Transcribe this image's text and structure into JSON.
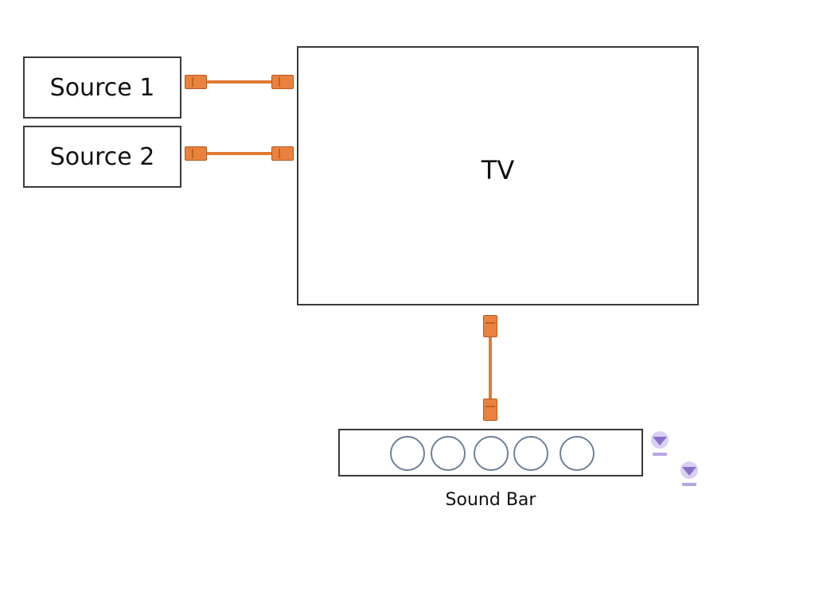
{
  "diagram": {
    "sources": [
      {
        "label": "Source 1"
      },
      {
        "label": "Source 2"
      }
    ],
    "tv": {
      "label": "TV"
    },
    "soundbar": {
      "label": "Sound Bar",
      "speaker_count": 5
    },
    "connections": [
      {
        "from": "Source 1",
        "to": "TV"
      },
      {
        "from": "Source 2",
        "to": "TV"
      },
      {
        "from": "TV",
        "to": "Sound Bar"
      }
    ],
    "colors": {
      "cable": "#e07a35",
      "border": "#3a3a3a",
      "speaker_ring": "#6e7f9a",
      "watermark": "#8a6fc9"
    }
  }
}
